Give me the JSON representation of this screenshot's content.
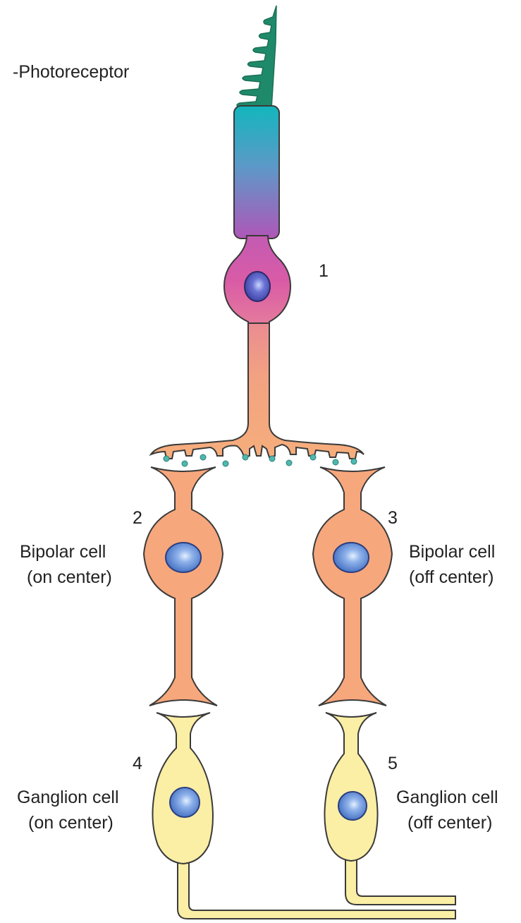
{
  "labels": {
    "photoreceptor": "-Photoreceptor",
    "n1": "1",
    "n2": "2",
    "n3": "3",
    "n4": "4",
    "n5": "5",
    "bipolar_on_line1": "Bipolar cell",
    "bipolar_on_line2": "(on center)",
    "bipolar_off_line1": "Bipolar cell",
    "bipolar_off_line2": "(off center)",
    "ganglion_on_line1": "Ganglion cell",
    "ganglion_on_line2": "(on center)",
    "ganglion_off_line1": "Ganglion cell",
    "ganglion_off_line2": "(off center)"
  },
  "colors": {
    "outline": "#3a3a3a",
    "disc_green": "#1f8a6a",
    "outer_top": "#13b6bd",
    "outer_bottom": "#b056b8",
    "soma_pink": "#d75aa8",
    "axon_peach": "#f2a77e",
    "bipolar": "#f7a77c",
    "ganglion": "#fbeea5",
    "nucleus": "#4f79c9",
    "nucleus_hi": "#ddeeff",
    "transmitter": "#4fb8ae"
  }
}
